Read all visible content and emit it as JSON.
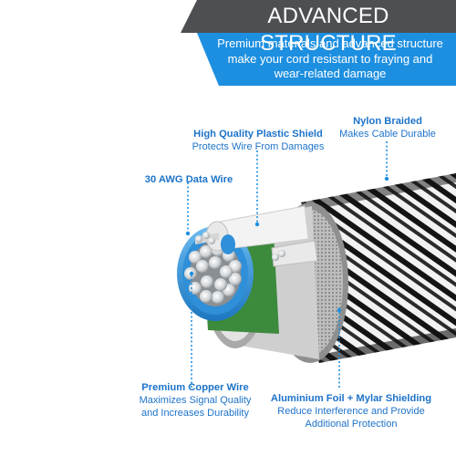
{
  "banner": {
    "title": "ADVANCED STRUCTURE",
    "subtitle_lines": [
      "Premium materials and advanced structure",
      "make your cord resistant to fraying and",
      "wear-related damage"
    ]
  },
  "callouts": {
    "plastic_shield": {
      "title": "High Quality Plastic Shield",
      "desc_lines": [
        "Protects Wire From Damages"
      ]
    },
    "nylon": {
      "title": "Nylon Braided",
      "desc_lines": [
        "Makes Cable Durable"
      ]
    },
    "data_wire": {
      "title": "30 AWG Data Wire",
      "desc_lines": []
    },
    "copper": {
      "title": "Premium Copper Wire",
      "desc_lines": [
        "Maximizes Signal Quality",
        "and Increases Durability"
      ]
    },
    "foil": {
      "title": "Aluminium Foil + Mylar Shielding",
      "desc_lines": [
        "Reduce Interference and Provide",
        "Additional Protection"
      ]
    }
  },
  "colors": {
    "banner_dark": "#4d4f52",
    "banner_blue": "#1d8fe0",
    "callout_text": "#1d73c9",
    "guide_line": "#1d8fe0",
    "insulation_blue": "#3a95d6",
    "braid_black": "#1a1a1a"
  }
}
